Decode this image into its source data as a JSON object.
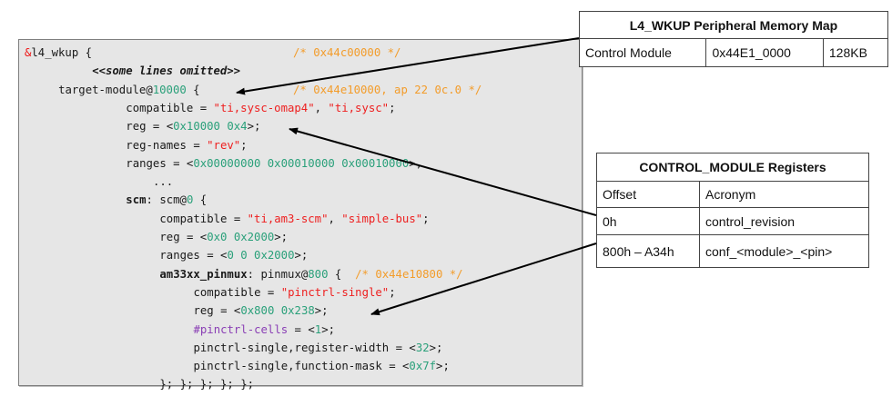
{
  "code": {
    "lines": [
      {
        "indent": 0,
        "parts": [
          {
            "t": "&",
            "c": "kw-red"
          },
          {
            "t": "l4_wkup {"
          }
        ],
        "comment": "/* 0x44c00000 */"
      },
      {
        "indent": 10,
        "parts": [
          {
            "t": "<<some lines omitted>>",
            "c": "omit"
          }
        ]
      },
      {
        "indent": 5,
        "parts": [
          {
            "t": "target-module@"
          },
          {
            "t": "10000",
            "c": "num"
          },
          {
            "t": " {"
          }
        ],
        "comment": "/* 0x44e10000, ap 22 0c.0 */"
      },
      {
        "indent": 15,
        "parts": [
          {
            "t": "compatible = "
          },
          {
            "t": "\"ti,sysc-omap4\"",
            "c": "str"
          },
          {
            "t": ", "
          },
          {
            "t": "\"ti,sysc\"",
            "c": "str"
          },
          {
            "t": ";"
          }
        ]
      },
      {
        "indent": 15,
        "parts": [
          {
            "t": "reg = <"
          },
          {
            "t": "0x10000 0x4",
            "c": "num"
          },
          {
            "t": ">;"
          }
        ]
      },
      {
        "indent": 15,
        "parts": [
          {
            "t": "reg-names = "
          },
          {
            "t": "\"rev\"",
            "c": "str"
          },
          {
            "t": ";"
          }
        ]
      },
      {
        "indent": 15,
        "parts": [
          {
            "t": "ranges = <"
          },
          {
            "t": "0x00000000 0x00010000 0x00010000",
            "c": "num"
          },
          {
            "t": ">,"
          }
        ]
      },
      {
        "indent": 19,
        "parts": [
          {
            "t": "..."
          }
        ]
      },
      {
        "indent": 15,
        "parts": [
          {
            "t": "scm",
            "c": "bold"
          },
          {
            "t": ": scm@"
          },
          {
            "t": "0",
            "c": "num"
          },
          {
            "t": " {"
          }
        ]
      },
      {
        "indent": 20,
        "parts": [
          {
            "t": "compatible = "
          },
          {
            "t": "\"ti,am3-scm\"",
            "c": "str"
          },
          {
            "t": ", "
          },
          {
            "t": "\"simple-bus\"",
            "c": "str"
          },
          {
            "t": ";"
          }
        ]
      },
      {
        "indent": 20,
        "parts": [
          {
            "t": "reg = <"
          },
          {
            "t": "0x0 0x2000",
            "c": "num"
          },
          {
            "t": ">;"
          }
        ]
      },
      {
        "indent": 20,
        "parts": [
          {
            "t": "ranges = <"
          },
          {
            "t": "0 0 0x2000",
            "c": "num"
          },
          {
            "t": ">;"
          }
        ]
      },
      {
        "indent": 20,
        "parts": [
          {
            "t": "am33xx_pinmux",
            "c": "bold"
          },
          {
            "t": ": pinmux@"
          },
          {
            "t": "800",
            "c": "num"
          },
          {
            "t": " {  "
          },
          {
            "t": "/* 0x44e10800 */",
            "c": "cmt"
          }
        ]
      },
      {
        "indent": 25,
        "parts": [
          {
            "t": "compatible = "
          },
          {
            "t": "\"pinctrl-single\"",
            "c": "str"
          },
          {
            "t": ";"
          }
        ]
      },
      {
        "indent": 25,
        "parts": [
          {
            "t": "reg = <"
          },
          {
            "t": "0x800 0x238",
            "c": "num"
          },
          {
            "t": ">;"
          }
        ]
      },
      {
        "indent": 25,
        "parts": [
          {
            "t": "#pinctrl-cells",
            "c": "purple"
          },
          {
            "t": " = <"
          },
          {
            "t": "1",
            "c": "num"
          },
          {
            "t": ">;"
          }
        ]
      },
      {
        "indent": 25,
        "parts": [
          {
            "t": "pinctrl-single,register-width = <"
          },
          {
            "t": "32",
            "c": "num"
          },
          {
            "t": ">;"
          }
        ]
      },
      {
        "indent": 25,
        "parts": [
          {
            "t": "pinctrl-single,function-mask = <"
          },
          {
            "t": "0x7f",
            "c": "num"
          },
          {
            "t": ">;"
          }
        ]
      },
      {
        "indent": 20,
        "parts": [
          {
            "t": "}; }; }; }; };"
          }
        ]
      }
    ]
  },
  "memory_map_table": {
    "title": "L4_WKUP Peripheral Memory Map",
    "row": [
      "Control Module",
      "0x44E1_0000",
      "128KB"
    ]
  },
  "registers_table": {
    "title": "CONTROL_MODULE Registers",
    "headers": [
      "Offset",
      "Acronym"
    ],
    "rows": [
      [
        "0h",
        "control_revision"
      ],
      [
        "800h – A34h",
        "conf_<module>_<pin>"
      ]
    ]
  },
  "colors": {
    "string": "#ee1f1f",
    "number": "#2aa07a",
    "comment": "#f39c2a",
    "directive": "#8a3fb5",
    "code_background": "#e6e6e6"
  }
}
